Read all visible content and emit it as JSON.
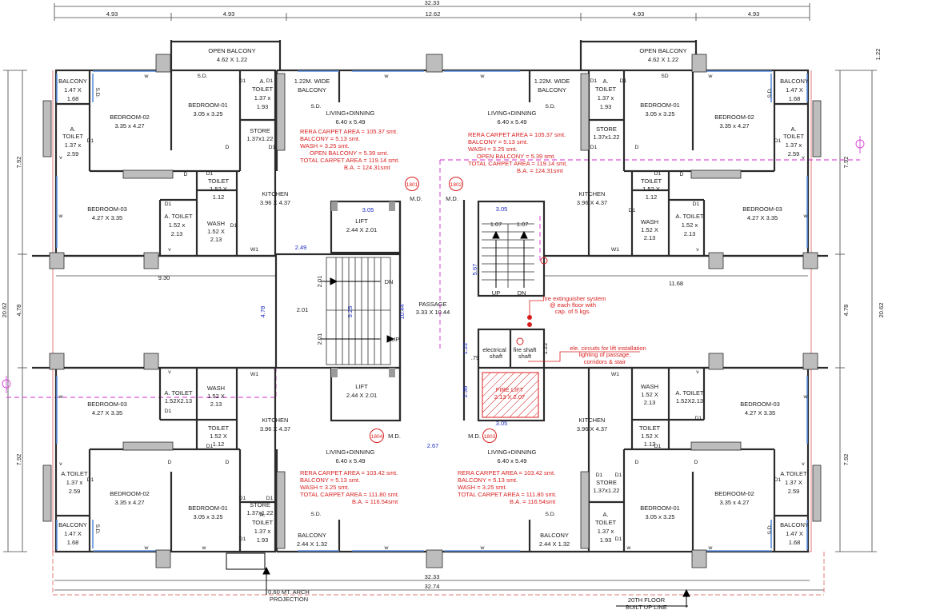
{
  "colors": {
    "wall": "#2b2b2b",
    "column_fill": "#bdbdbd",
    "dim": "#444444",
    "red": "#d81e1e",
    "blue_dim": "#1a2ac0",
    "window": "#5b8fe0",
    "boundary": "#e07a7a",
    "magenta": "#d22ad2"
  },
  "top_dims": {
    "total": "32.33",
    "left_a": "4.93",
    "left_b": "4.93",
    "mid": "12.62",
    "right_a": "4.93",
    "right_b": "4.93"
  },
  "bottom_dims": {
    "inner": "32.33",
    "outer": "32.74"
  },
  "side_dims": {
    "left_full": "20.62",
    "left_mid": "4.78",
    "left_top": "7.92",
    "left_bot": "7.92",
    "right_full": "20.62",
    "right_mid": "4.78",
    "right_top": "7.92",
    "right_bot": "7.92"
  },
  "core_dims": {
    "d249": "2.49",
    "d930": "9.30",
    "d1168": "11.68",
    "d305a": "3.05",
    "d305b": "3.05",
    "d567": "5.67",
    "d478": "4.78",
    "d201a": "2.01",
    "d201b": "2.01",
    "d201c": "2.01",
    "d925": "9.25",
    "d1044": "10.44",
    "d107a": "1.07",
    "d107b": "1.07",
    "d122a": "1.22",
    "d122b": "1.22",
    "d122c": "1.22",
    "d79": ".79",
    "d236": "2.36",
    "d267": "2.67"
  },
  "units": {
    "u1801": "1801",
    "u1802": "1802",
    "u1803": "1803",
    "u1804": "1804"
  },
  "rera_top_left": {
    "l1": "RERA CARPET AREA  =  105.37 smt.",
    "l2": "BALCONY             =    5.13 smt.",
    "l3": "WASH                  =    3.25 smt.",
    "l4": "OPEN BALCONY  =    5.39 smt.",
    "l5": "TOTAL CARPET AREA  = 119.14 smt.",
    "l6": "B.A. = 124.31smt"
  },
  "rera_top_right": {
    "l1": "RERA CARPET AREA  =  105.37 smt.",
    "l2": "BALCONY             =    5.13 smt.",
    "l3": "WASH                  =    3.25 smt.",
    "l4": "OPEN BALCONY  =    5.39 smt.",
    "l5": "TOTAL CARPET AREA  = 119.14 smt.",
    "l6": "B.A. = 124.31smt"
  },
  "rera_bot_left": {
    "l1": "RERA CARPET AREA  =  103.42 smt.",
    "l2": "BALCONY             =    5.13 smt.",
    "l3": "WASH                  =    3.25 smt.",
    "l4": "TOTAL CARPET AREA  = 111.80 smt.",
    "l5": "B.A. = 116.54smt"
  },
  "rera_bot_right": {
    "l1": "RERA CARPET AREA  =  103.42 smt.",
    "l2": "BALCONY             =    5.13 smt.",
    "l3": "WASH                  =    3.25 smt.",
    "l4": "TOTAL CARPET AREA  = 111.80 smt.",
    "l5": "B.A. = 116.54smt"
  },
  "notes": {
    "fire_ext_1": "fire extinguisher system",
    "fire_ext_2": "@ each floor with",
    "fire_ext_3": "cap. of 5 kgs.",
    "lift_circ_1": "ele. circuits for lift installation",
    "lift_circ_2": "lighting of passage,",
    "lift_circ_3": "corridors & stair",
    "arch_1": "0.60 MT. ARCH",
    "arch_2": "PROJECTION",
    "floor_1": "20TH FLOOR",
    "floor_2": "BUILT UP LINE"
  },
  "core": {
    "passage": "PASSAGE",
    "passage_dim": "3.33 X 10.44",
    "lift": "LIFT",
    "lift_dim": "2.44 X 2.01",
    "lift2": "LIFT",
    "lift2_dim": "2.44 X 2.01",
    "dn": "DN",
    "up": "UP",
    "up2": "UP",
    "dn2": "DN",
    "md": "M.D.",
    "elec_1": "electrical",
    "elec_2": "shaft",
    "fshaft_1": "fire shaft",
    "fshaft_2": "shaft",
    "firelift": "FIRE LIFT",
    "firelift_dim": "2.13 X 2.07"
  },
  "tags": {
    "w": "w",
    "d": "D",
    "d1": "D1",
    "w1": "W1",
    "v": "v",
    "sd": "S.D.",
    "sdm": "SD"
  },
  "rooms": {
    "balcony": "BALCONY",
    "balcony_dim": "1.47 X",
    "balcony_dim2": "1.68",
    "balcony_dim_inline": "1.47 X 1.68",
    "a_toilet": "A.",
    "a_toilet2": "TOILET",
    "a_toilet_137": "1.37 x",
    "a_toilet_137X": "1.37 X",
    "a_toilet_259": "2.59",
    "a_toilet_193": "1.93",
    "bedroom01": "BEDROOM-01",
    "bedroom01_dim": "3.05 x 3.25",
    "bedroom02": "BEDROOM-02",
    "bedroom02_dim": "3.35 x 4.27",
    "bedroom03": "BEDROOM-03",
    "bedroom03_dim": "4.27 X 3.35",
    "open_balcony": "OPEN BALCONY",
    "open_balcony_dim": "4.62 X 1.22",
    "wide_balcony_1": "1.22M. WIDE",
    "wide_balcony_2": "BALCONY",
    "store": "STORE",
    "store_dim": "1.37x1.22",
    "living": "LIVING+DINNING",
    "living_dim": "6.40 x 5.49",
    "kitchen": "KITCHEN",
    "kitchen_dim": "3.96 X 4.37",
    "toilet": "TOILET",
    "toilet_dim1": "1.52 X",
    "toilet_dim2": "1.12",
    "atoilet_full": "A. TOILET",
    "atoilet_152": "1.52 x",
    "atoilet_152X": "1.52 X",
    "atoilet_213": "2.13",
    "atoilet_inline": "1.52X2.13",
    "wash": "WASH",
    "wash_152": "1.52 X",
    "wash_213": "2.13",
    "atoilet_nosp": "A.TOILET",
    "balcony_small": "BALCONY",
    "balcony_small_dim": "2.44 X 1.32"
  }
}
